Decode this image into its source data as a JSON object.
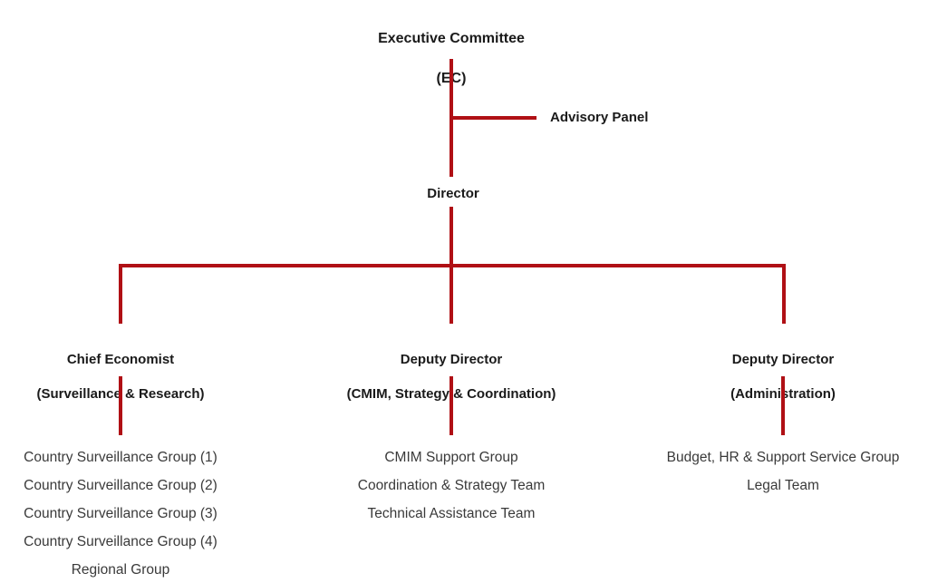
{
  "diagram": {
    "type": "org-chart",
    "line_color": "#b01015",
    "header_text_color": "#1a1a1a",
    "leaf_text_color": "#3a3a3a",
    "root": {
      "label": "Executive Committee",
      "sublabel": "(EC)"
    },
    "advisory": {
      "label": "Advisory Panel"
    },
    "director": {
      "label": "Director"
    },
    "branches": [
      {
        "title": "Chief Economist",
        "subtitle": "(Surveillance & Research)",
        "items": [
          "Country Surveillance Group (1)",
          "Country Surveillance Group (2)",
          "Country Surveillance Group (3)",
          "Country Surveillance Group (4)",
          "Regional Group"
        ]
      },
      {
        "title": "Deputy Director",
        "subtitle": "(CMIM, Strategy & Coordination)",
        "items": [
          "CMIM Support Group",
          "Coordination & Strategy Team",
          "Technical Assistance Team"
        ]
      },
      {
        "title": "Deputy Director",
        "subtitle": "(Administration)",
        "items": [
          "Budget, HR & Support Service Group",
          "Legal Team"
        ]
      }
    ]
  }
}
